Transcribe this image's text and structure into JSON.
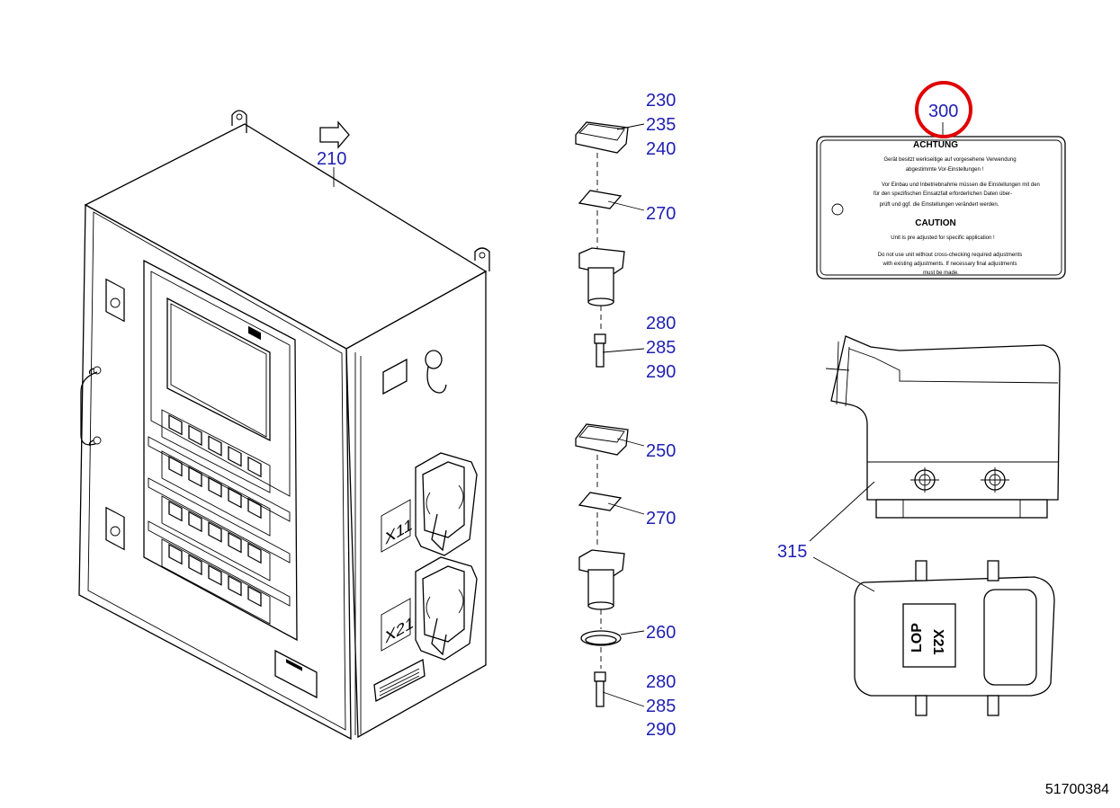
{
  "diagram_number": "51700384",
  "highlight_color": "#e00000",
  "callout_color": "#1f1fb4",
  "callouts": {
    "c210": "210",
    "c230": "230",
    "c235": "235",
    "c240": "240",
    "c270a": "270",
    "c280a": "280",
    "c285a": "285",
    "c290a": "290",
    "c250": "250",
    "c270b": "270",
    "c260": "260",
    "c280b": "280",
    "c285b": "285",
    "c290b": "290",
    "c300": "300",
    "c315": "315"
  },
  "plate": {
    "heading_de": "ACHTUNG",
    "line_de_1": "Gerät besitzt werkseitige auf vorgesehene Verwendung",
    "line_de_2": "abgestimmte Vor-Einstellungen !",
    "line_de_3": "Vor Einbau und Inbetriebnahme müssen die Einstellungen mit den",
    "line_de_4": "für den spezifischen Einsatzfall erforderlichen Daten über-",
    "line_de_5": "prüft und ggf. die Einstellungen verändert werden.",
    "heading_en": "CAUTION",
    "line_en_1": "Unit is pre adjusted for specific application !",
    "line_en_2": "Do not use unit without cross-checking required adjustments",
    "line_en_3": "with existing adjustments. If necessary final adjustments",
    "line_en_4": "must be made."
  },
  "cabinet_labels": {
    "x11": "X11",
    "x21": "X21"
  },
  "connector_cover_label": {
    "line1": "X21",
    "line2": "LOP"
  }
}
